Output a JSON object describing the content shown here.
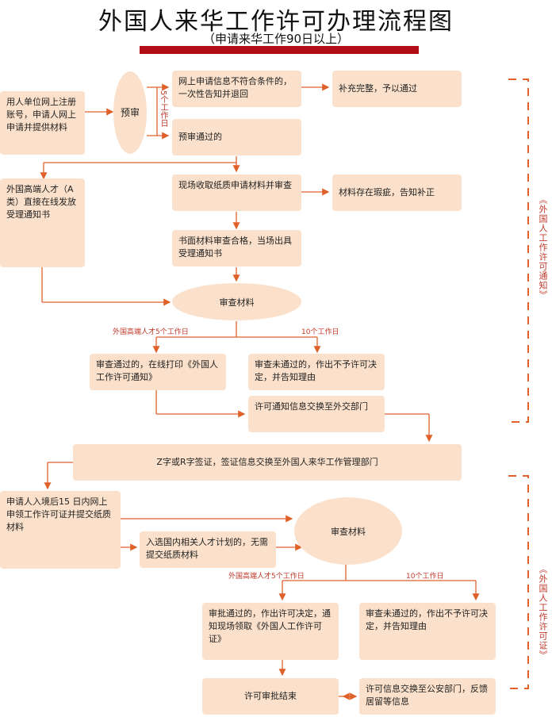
{
  "header": {
    "title": "外国人来华工作许可办理流程图",
    "subtitle": "（申请来华工作90日以上）"
  },
  "nodes": {
    "apply": "用人单位网上注册账号，申请人网上申请并提供材料",
    "pre": "预审",
    "reject": "网上申请信息不符合条件的，一次性告知并退回",
    "supplement": "补充完整，予以通过",
    "pass": "预审通过的",
    "highend": "外国高端人才（A类）直接在线发放受理通知书",
    "collect": "现场收取纸质申请材料并审查",
    "defect": "材料存在瑕疵，告知补正",
    "accept": "书面材料审查合格，当场出具受理通知书",
    "review1": "审查材料",
    "approve1": "审查通过的，在线打印《外国人工作许可通知》",
    "deny1": "审查未通过的，作出不予许可决定，并告知理由",
    "exchange1": "许可通知信息交换至外交部门",
    "visa": "Z字或R字签证，签证信息交换至外国人来华工作管理部门",
    "entry": "申请人入境后15 日内网上申领工作许可证并提交纸质材料",
    "talent": "入选国内相关人才计划的，无需提交纸质材料",
    "review2": "审查材料",
    "approve2": "审批通过的，作出许可决定，通知现场领取《外国人工作许可证》",
    "deny2": "审查未通过的，作出不予许可决定，并告知理由",
    "end": "许可审批结束",
    "exchange2": "许可信息交换至公安部门，反馈居留等信息"
  },
  "labels": {
    "days5v": "5个工作日",
    "high5a": "外国高端人才5个工作日",
    "ten_a": "10个工作日",
    "high5b": "外国高端人才5个工作日",
    "ten_b": "10个工作日"
  },
  "side": {
    "notice": "《外国人工作许可通知》",
    "permit": "《外国人工作许可证》"
  },
  "colors": {
    "box": "#fbe1cb",
    "arrow": "#e0602a",
    "bar": "#b00d14"
  }
}
